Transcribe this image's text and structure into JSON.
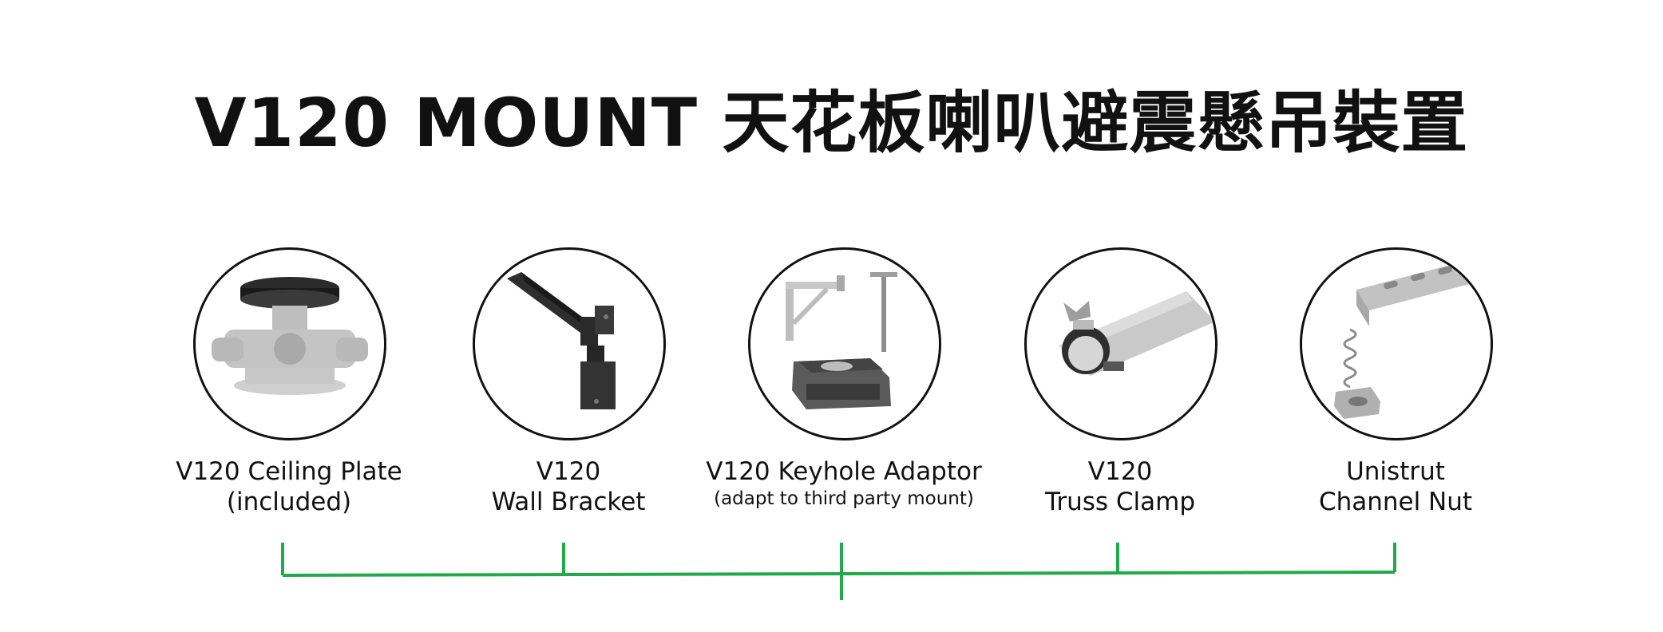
{
  "title": "V120 MOUNT 天花板喇叭避震懸吊裝置",
  "accent_color": "#22a94b",
  "items": [
    {
      "line1": "V120 Ceiling Plate",
      "line2": "(included)",
      "icon": "ceiling-plate-icon"
    },
    {
      "line1": "V120",
      "line2": "Wall Bracket",
      "icon": "wall-bracket-icon"
    },
    {
      "line1": "V120 Keyhole Adaptor",
      "line2": "(adapt to third party mount)",
      "icon": "keyhole-adaptor-icon"
    },
    {
      "line1": "V120",
      "line2": "Truss Clamp",
      "icon": "truss-clamp-icon"
    },
    {
      "line1": "Unistrut",
      "line2": "Channel Nut",
      "icon": "channel-nut-icon"
    }
  ]
}
